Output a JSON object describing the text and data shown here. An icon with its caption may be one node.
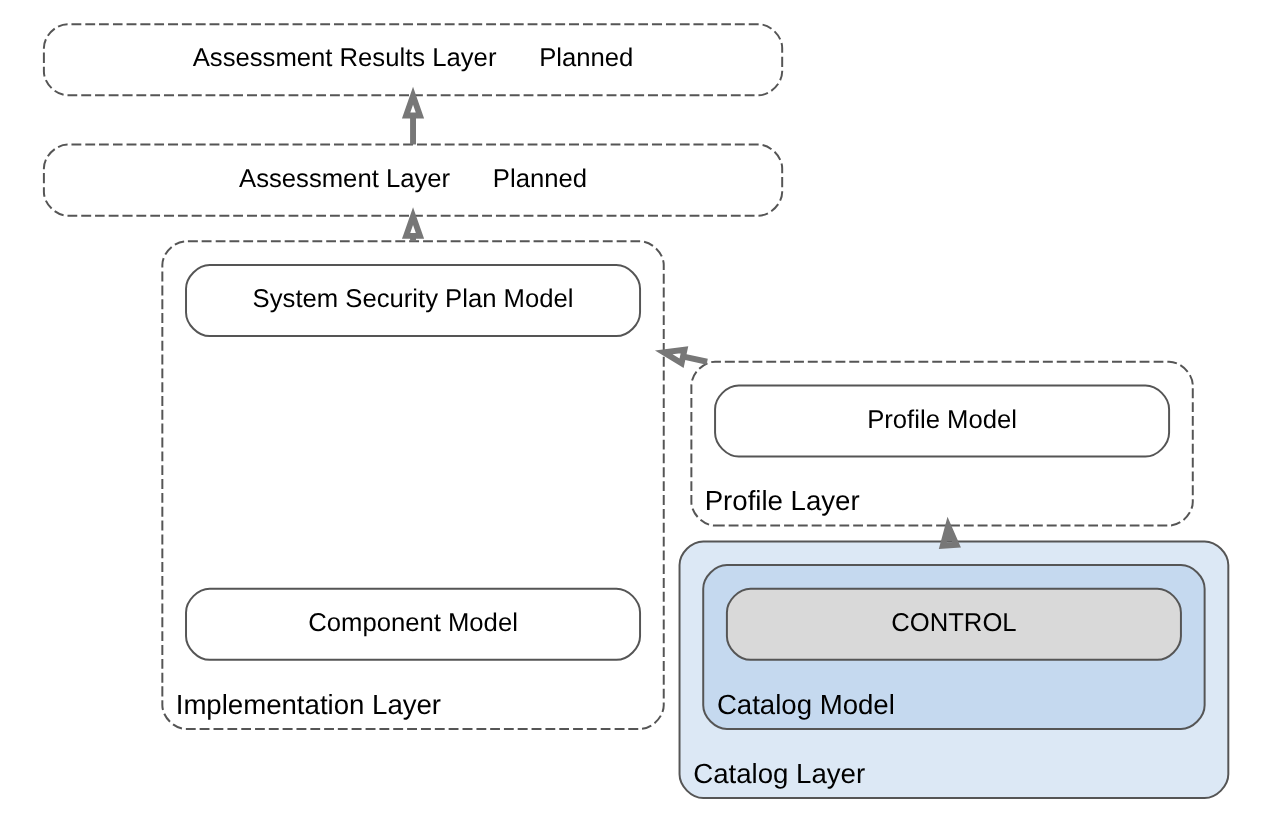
{
  "diagram": {
    "nodes": [
      {
        "text": [
          "Assessment Results Layer",
          "Planned"
        ]
      },
      {
        "text": [
          "Assessment Layer",
          "Planned"
        ]
      },
      {
        "text": [
          "Implementation Layer"
        ]
      },
      {
        "text": [
          "System Security Plan Model"
        ],
        "in": 2
      },
      {
        "text": [
          "Component Model"
        ],
        "in": 2
      },
      {
        "text": [
          "Profile Layer"
        ]
      },
      {
        "text": [
          "Profile Model"
        ],
        "in": 5
      },
      {
        "text": [
          "Catalog Layer"
        ]
      },
      {
        "text": [
          "Catalog Model"
        ],
        "in": 7
      },
      {
        "text": [
          "CONTROL"
        ],
        "in": 8
      }
    ],
    "edges": [
      {
        "from": 7,
        "to": 5,
        "arrow": "to"
      },
      {
        "from": 5,
        "to": 2,
        "arrow": "to"
      },
      {
        "from": 2,
        "to": 1,
        "arrow": "to"
      },
      {
        "from": 1,
        "to": 0,
        "arrow": "to"
      }
    ]
  }
}
